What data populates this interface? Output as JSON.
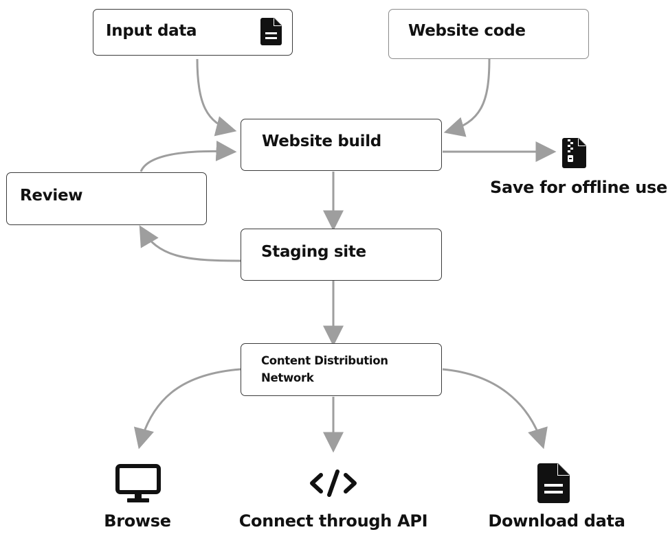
{
  "nodes": {
    "input_data": "Input data",
    "website_code": "Website code",
    "website_build": "Website build",
    "review": "Review",
    "staging_site": "Staging site",
    "cdn": "Content Distribution Network"
  },
  "outputs": {
    "save_offline": "Save for offline use",
    "browse": "Browse",
    "api": "Connect through API",
    "download": "Download data"
  },
  "icons": {
    "input_data": "document-icon",
    "save_offline": "zip-file-icon",
    "browse": "monitor-icon",
    "api": "code-icon",
    "download": "document-icon"
  },
  "colors": {
    "arrow": "#9e9e9e",
    "box_border": "#3a3a3a",
    "text": "#111111"
  }
}
